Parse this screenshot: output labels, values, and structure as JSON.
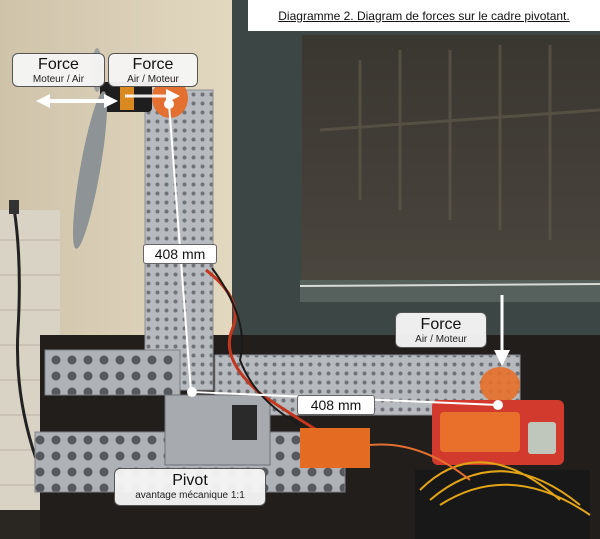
{
  "diagram": {
    "title": "Diagramme 2. Diagram de forces sur le cadre pivotant.",
    "force_left": {
      "title": "Force",
      "subtitle": "Moteur / Air"
    },
    "force_top": {
      "title": "Force",
      "subtitle": "Air / Moteur"
    },
    "force_right": {
      "title": "Force",
      "subtitle": "Air / Moteur"
    },
    "vertical_arm": "408 mm",
    "horizontal_arm": "408 mm",
    "pivot": {
      "title": "Pivot",
      "subtitle": "avantage mécanique 1:1"
    }
  },
  "colors": {
    "arrow": "#ffffff",
    "metal": "#b9bcc0",
    "accent_orange": "#e8702a",
    "wall": "#d8cdb4"
  }
}
